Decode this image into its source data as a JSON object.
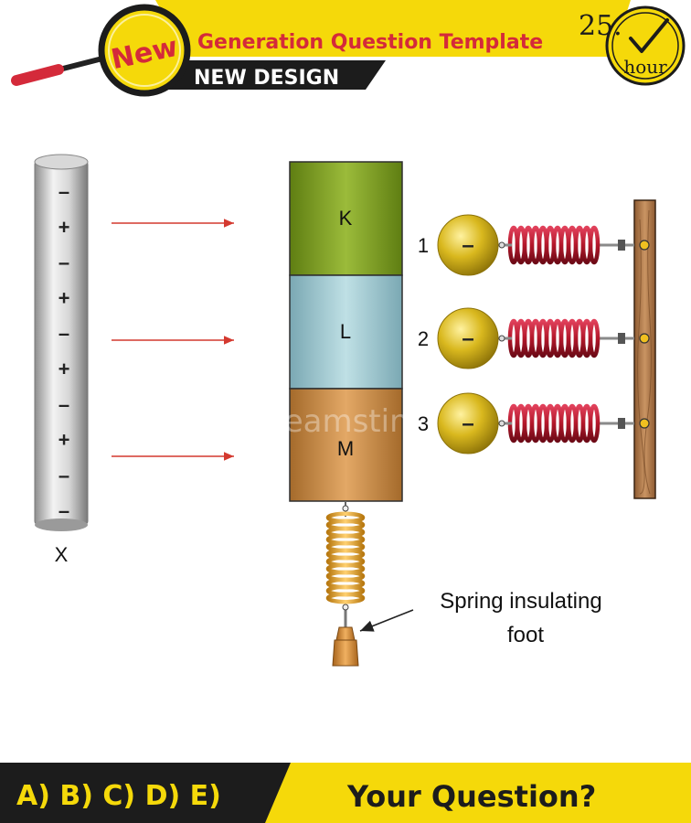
{
  "header": {
    "badge": "New",
    "title": "Generation Question Template",
    "subtitle": "NEW DESIGN",
    "clock_number": "25.",
    "clock_unit": "hour"
  },
  "diagram": {
    "rod_label": "X",
    "rod_charges": [
      "–",
      "+",
      "–",
      "+",
      "–",
      "+",
      "–",
      "+",
      "–",
      "–"
    ],
    "blocks": [
      {
        "label": "K",
        "color": "#7a9a22"
      },
      {
        "label": "L",
        "color": "#9cc4cc"
      },
      {
        "label": "M",
        "color": "#c98a42"
      }
    ],
    "spheres": [
      {
        "number": "1",
        "charge": "–"
      },
      {
        "number": "2",
        "charge": "–"
      },
      {
        "number": "3",
        "charge": "–"
      }
    ],
    "foot_label_line1": "Spring insulating",
    "foot_label_line2": "foot",
    "watermark": "dreamstime"
  },
  "footer": {
    "options": "A) B) C) D) E)",
    "question": "Your Question?"
  },
  "colors": {
    "yellow": "#f5d90a",
    "dark": "#1c1c1c",
    "arrow": "#d4392f",
    "spring_red": "#b3172a",
    "spring_gold": "#e6a52a",
    "sphere": "#d9b81e",
    "wood": "#b37d4e"
  }
}
